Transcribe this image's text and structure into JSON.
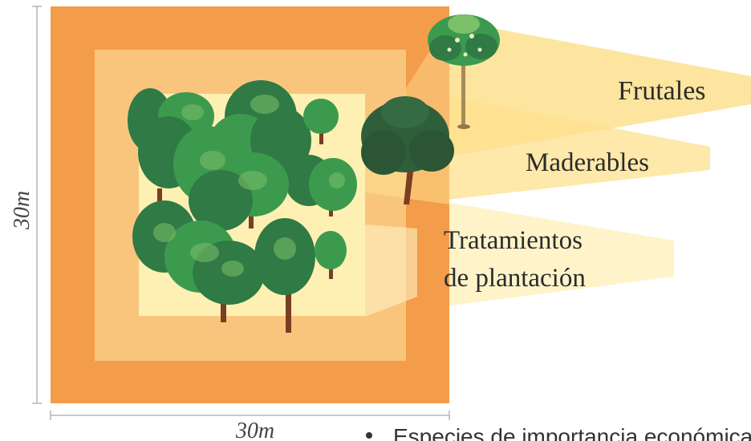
{
  "diagram": {
    "labels": {
      "frutales": "Frutales",
      "maderables": "Maderables",
      "tratamientos_line1": "Tratamientos",
      "tratamientos_line2": "de plantación"
    },
    "dimensions": {
      "width_label": "30m",
      "height_label": "30m"
    },
    "bullet_text": "Especies de importancia económica",
    "colors": {
      "outer_zone": "#f39c49",
      "middle_zone": "#f9c57d",
      "inner_zone": "#fef0b2",
      "beam": "#fde08e",
      "beam_light": "#fff2c4",
      "tree_dark": "#2f7a45",
      "tree_mid": "#3c9a4f",
      "tree_light": "#7cc06a",
      "trunk": "#7a3e22"
    }
  }
}
